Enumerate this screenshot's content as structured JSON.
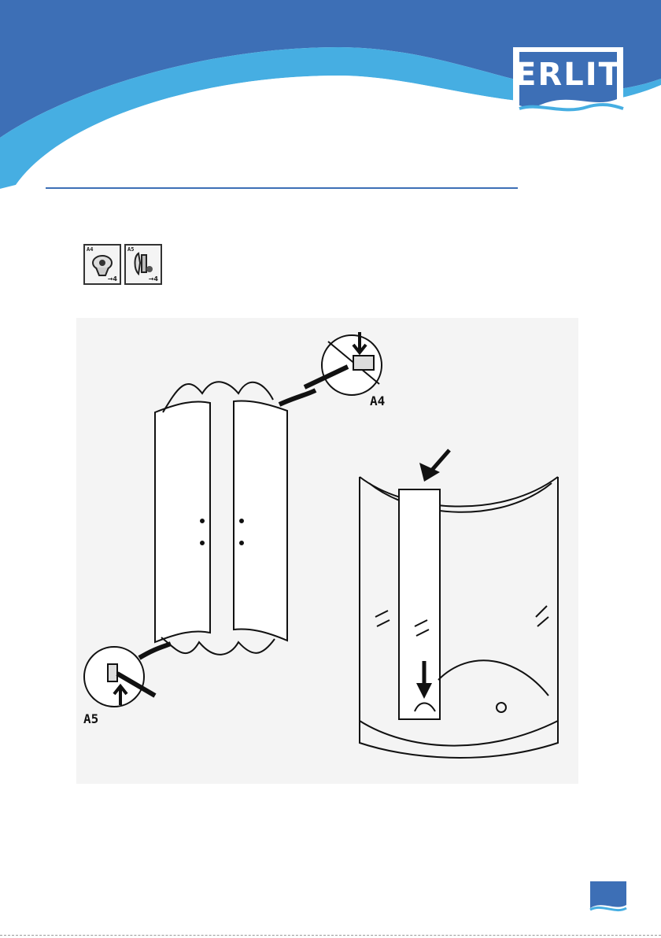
{
  "brand": {
    "name": "ERLIT"
  },
  "colors": {
    "header_dark": "#3d6fb6",
    "header_light": "#46aee2",
    "rule": "#3d6fb6"
  },
  "parts": [
    {
      "code": "A4",
      "qty": "→4",
      "icon": "lock-bracket-icon"
    },
    {
      "code": "A5",
      "qty": "→4",
      "icon": "hinge-bracket-icon"
    }
  ],
  "callouts": {
    "top": "A4",
    "bottom": "A5"
  }
}
